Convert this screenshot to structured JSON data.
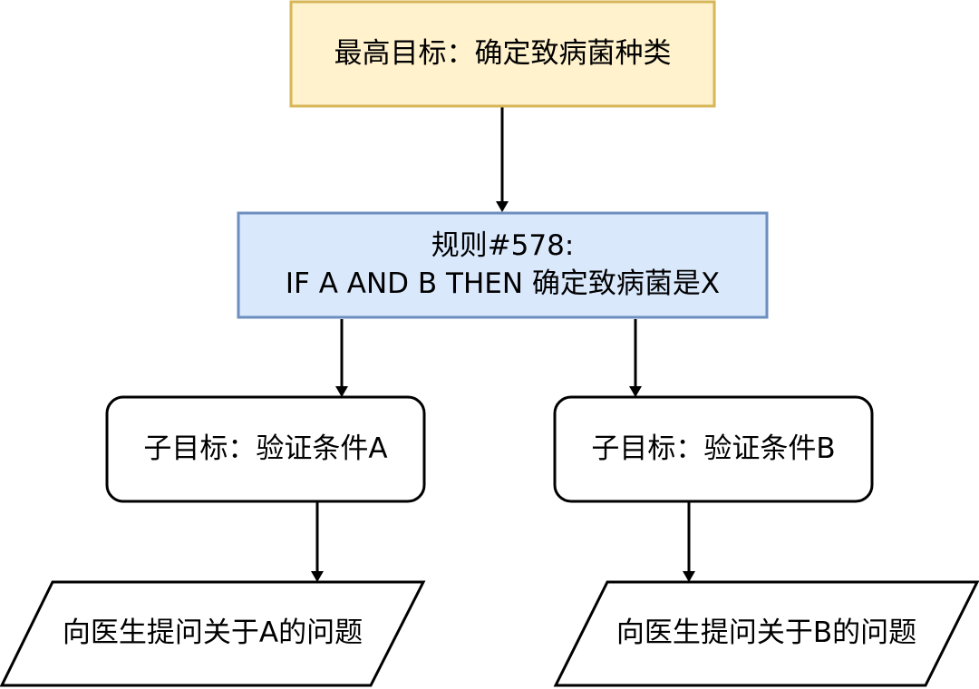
{
  "colors": {
    "goal_fill": "#fff2cc",
    "goal_stroke": "#d6b656",
    "rule_fill": "#dae8fc",
    "rule_stroke": "#6c8ebf",
    "plain_fill": "#ffffff",
    "plain_stroke": "#000000",
    "edge": "#000000"
  },
  "nodes": {
    "top_goal": {
      "text": "最高目标：确定致病菌种类"
    },
    "rule": {
      "line1": "规则#578:",
      "line2": "IF A AND B THEN 确定致病菌是X"
    },
    "subgoal_a": {
      "text": "子目标：验证条件A"
    },
    "subgoal_b": {
      "text": "子目标：验证条件B"
    },
    "question_a": {
      "text": "向医生提问关于A的问题"
    },
    "question_b": {
      "text": "向医生提问关于B的问题"
    }
  },
  "edges": [
    {
      "from": "top_goal",
      "to": "rule"
    },
    {
      "from": "rule",
      "to": "subgoal_a"
    },
    {
      "from": "rule",
      "to": "subgoal_b"
    },
    {
      "from": "subgoal_a",
      "to": "question_a"
    },
    {
      "from": "subgoal_b",
      "to": "question_b"
    }
  ]
}
